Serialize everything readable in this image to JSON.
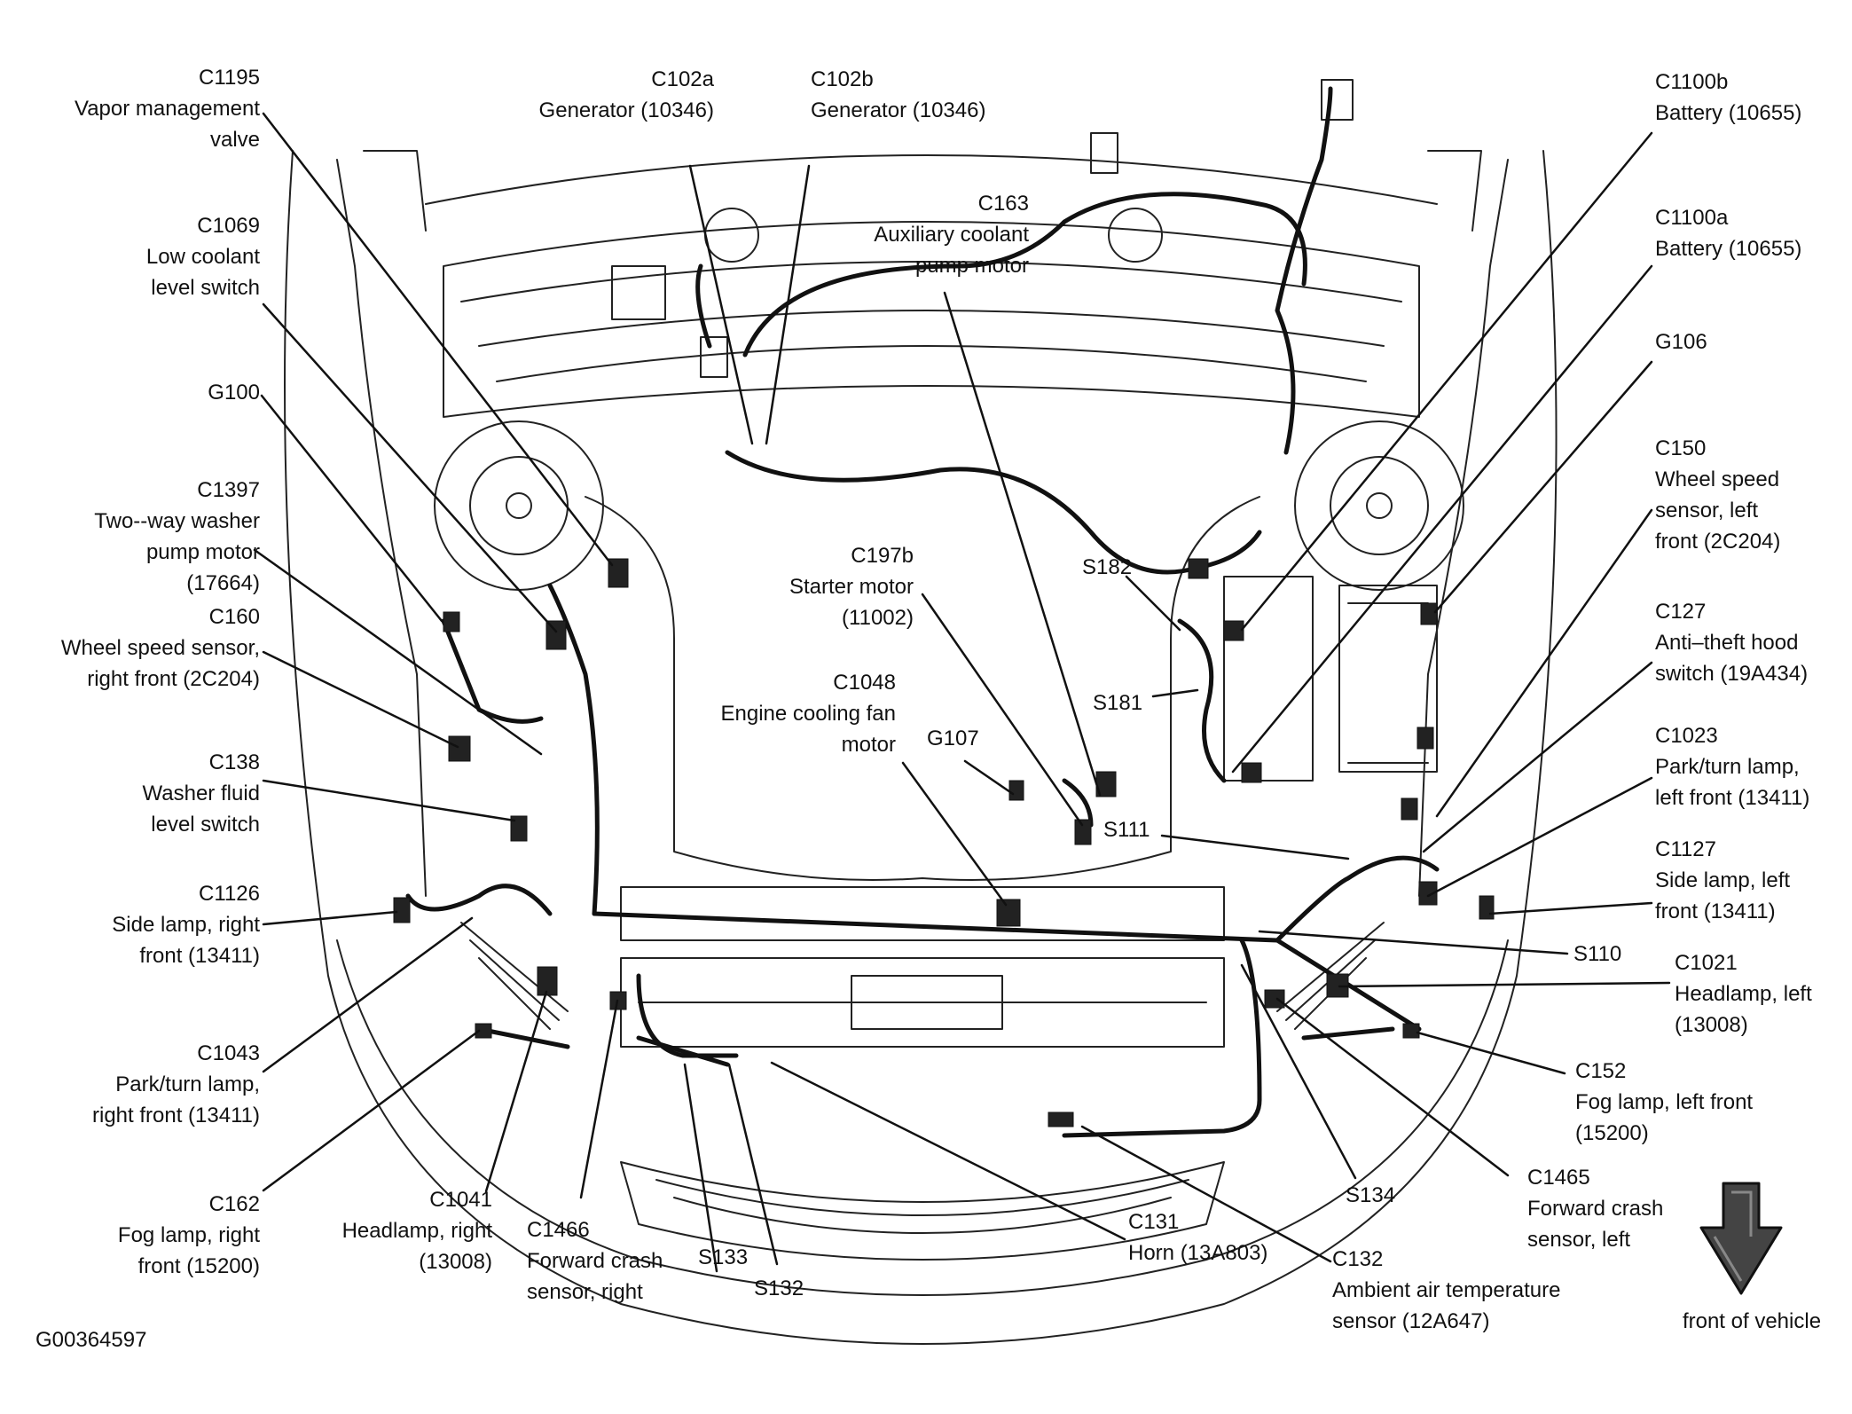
{
  "figure_id": "G00364597",
  "front_label": "front of vehicle",
  "components": [
    {
      "id": "c1195",
      "lines": [
        "C1195",
        "Vapor management",
        "valve"
      ]
    },
    {
      "id": "c1069",
      "lines": [
        "C1069",
        "Low coolant",
        "level switch"
      ]
    },
    {
      "id": "g100",
      "lines": [
        "G100"
      ]
    },
    {
      "id": "c1397",
      "lines": [
        "C1397",
        "Two--way washer",
        "pump motor",
        "(17664)"
      ]
    },
    {
      "id": "c160",
      "lines": [
        "C160",
        "Wheel speed sensor,",
        "right front (2C204)"
      ]
    },
    {
      "id": "c138",
      "lines": [
        "C138",
        "Washer fluid",
        "level switch"
      ]
    },
    {
      "id": "c1126",
      "lines": [
        "C1126",
        "Side lamp, right",
        "front (13411)"
      ]
    },
    {
      "id": "c1043",
      "lines": [
        "C1043",
        "Park/turn lamp,",
        "right front (13411)"
      ]
    },
    {
      "id": "c162",
      "lines": [
        "C162",
        "Fog lamp, right",
        "front (15200)"
      ]
    },
    {
      "id": "c1041",
      "lines": [
        "C1041",
        "Headlamp, right",
        "(13008)"
      ]
    },
    {
      "id": "c1466",
      "lines": [
        "C1466",
        "Forward crash",
        "sensor, right"
      ]
    },
    {
      "id": "s133",
      "lines": [
        "S133"
      ]
    },
    {
      "id": "s132",
      "lines": [
        "S132"
      ]
    },
    {
      "id": "c102a",
      "lines": [
        "C102a",
        "Generator (10346)"
      ]
    },
    {
      "id": "c102b",
      "lines": [
        "C102b",
        "Generator (10346)"
      ]
    },
    {
      "id": "c163",
      "lines": [
        "C163",
        "Auxiliary coolant",
        "pump motor"
      ]
    },
    {
      "id": "c197b",
      "lines": [
        "C197b",
        "Starter motor",
        "(11002)"
      ]
    },
    {
      "id": "c1048",
      "lines": [
        "C1048",
        "Engine cooling fan",
        "motor"
      ]
    },
    {
      "id": "g107",
      "lines": [
        "G107"
      ]
    },
    {
      "id": "s182",
      "lines": [
        "S182"
      ]
    },
    {
      "id": "s181",
      "lines": [
        "S181"
      ]
    },
    {
      "id": "s111",
      "lines": [
        "S111"
      ]
    },
    {
      "id": "c131",
      "lines": [
        "C131",
        "Horn (13A803)"
      ]
    },
    {
      "id": "c132",
      "lines": [
        "C132",
        "Ambient air temperature",
        "sensor (12A647)"
      ]
    },
    {
      "id": "s134",
      "lines": [
        "S134"
      ]
    },
    {
      "id": "c1465",
      "lines": [
        "C1465",
        "Forward crash",
        "sensor, left"
      ]
    },
    {
      "id": "c1100b",
      "lines": [
        "C1100b",
        "Battery (10655)"
      ]
    },
    {
      "id": "c1100a",
      "lines": [
        "C1100a",
        "Battery (10655)"
      ]
    },
    {
      "id": "g106",
      "lines": [
        "G106"
      ]
    },
    {
      "id": "c150",
      "lines": [
        "C150",
        "Wheel speed",
        "sensor, left",
        "front (2C204)"
      ]
    },
    {
      "id": "c127",
      "lines": [
        "C127",
        "Anti–theft hood",
        "switch (19A434)"
      ]
    },
    {
      "id": "c1023",
      "lines": [
        "C1023",
        "Park/turn lamp,",
        "left front (13411)"
      ]
    },
    {
      "id": "c1127",
      "lines": [
        "C1127",
        "Side lamp, left",
        "front (13411)"
      ]
    },
    {
      "id": "s110",
      "lines": [
        "S110"
      ]
    },
    {
      "id": "c1021",
      "lines": [
        "C1021",
        "Headlamp, left",
        "(13008)"
      ]
    },
    {
      "id": "c152",
      "lines": [
        "C152",
        "Fog lamp, left front",
        "(15200)"
      ]
    }
  ]
}
